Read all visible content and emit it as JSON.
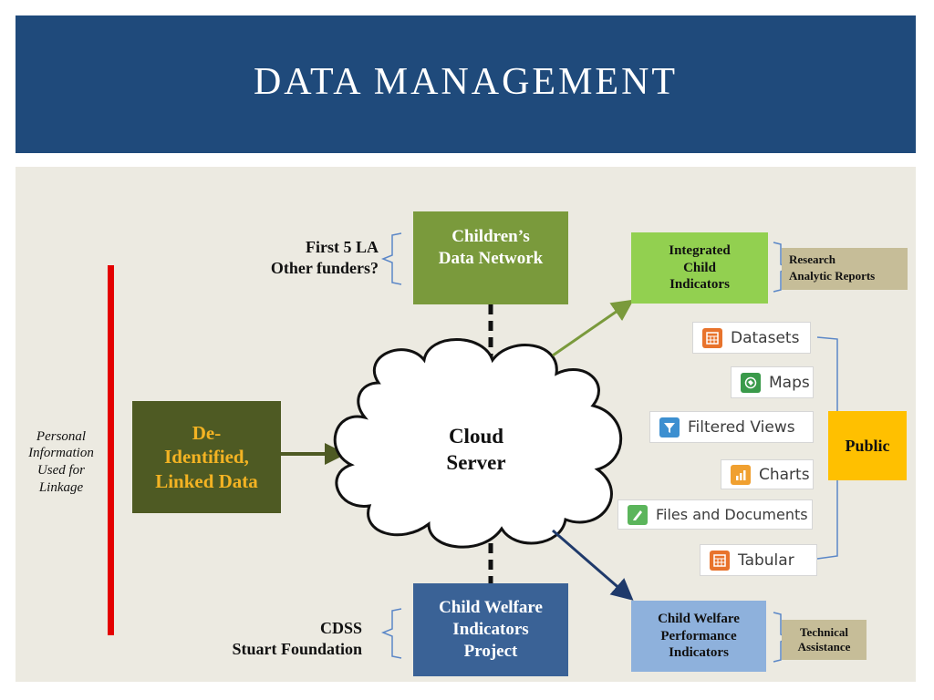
{
  "title": "DATA MANAGEMENT",
  "left_label": "Personal\nInformation\nUsed for\nLinkage",
  "deidentified": "De-\nIdentified,\nLinked Data",
  "cloud": "Cloud\nServer",
  "top_box": "Children’s\nData Network",
  "top_funders": "First 5 LA\nOther funders?",
  "bottom_box": "Child Welfare\nIndicators\nProject",
  "bottom_funders": "CDSS\nStuart Foundation",
  "integrated": "Integrated\nChild\nIndicators",
  "research": "Research\nAnalytic Reports",
  "cwpi": "Child Welfare\nPerformance\nIndicators",
  "technical": "Technical\nAssistance",
  "public": "Public",
  "data_views": [
    {
      "label": "Datasets",
      "icon": "datasets-icon",
      "color": "#e8732c"
    },
    {
      "label": "Maps",
      "icon": "maps-icon",
      "color": "#3a9a4a"
    },
    {
      "label": "Filtered Views",
      "icon": "filter-icon",
      "color": "#3c8fd0"
    },
    {
      "label": "Charts",
      "icon": "charts-icon",
      "color": "#f0a030"
    },
    {
      "label": "Files and Documents",
      "icon": "files-icon",
      "color": "#5bb55b"
    },
    {
      "label": "Tabular",
      "icon": "tabular-icon",
      "color": "#e8732c"
    }
  ],
  "colors": {
    "title_bg": "#1f4a7b",
    "olive": "#7a9a3c",
    "dark_olive": "#4e5a23",
    "gold_text": "#f3b323",
    "lime": "#92d050",
    "khaki": "#c6bd98",
    "steel_blue": "#3a6296",
    "light_blue": "#8eb1dc",
    "public_gold": "#ffc000",
    "red_bar": "#e40000"
  }
}
